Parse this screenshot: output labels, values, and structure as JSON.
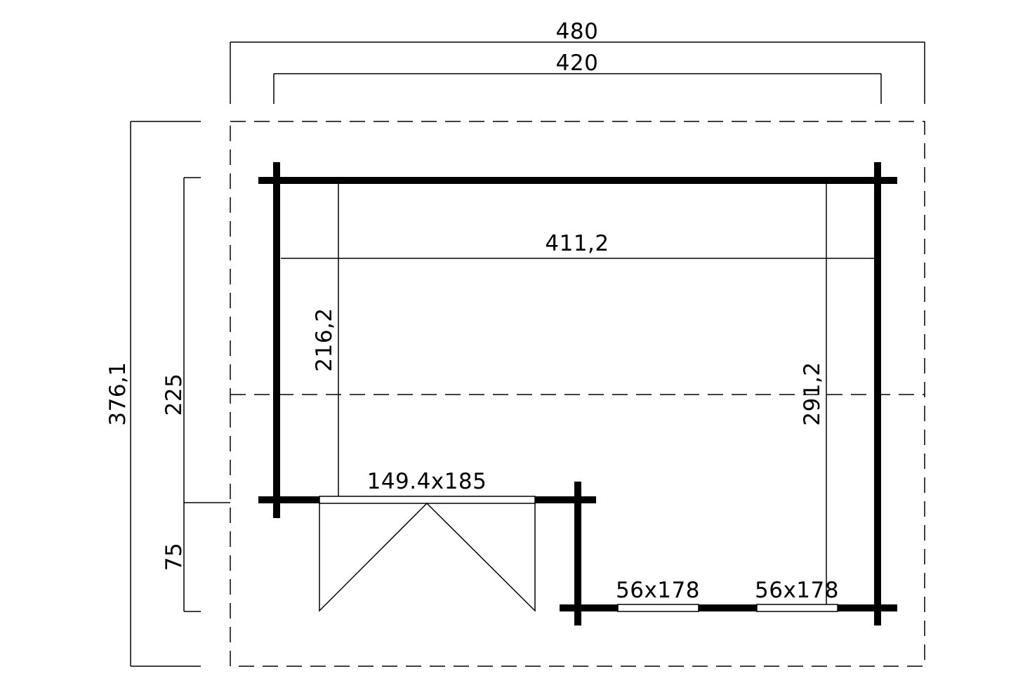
{
  "dimensions": {
    "overall_width": "480",
    "wall_width": "420",
    "interior_width": "411,2",
    "overall_depth": "376,1",
    "main_depth": "225",
    "porch_depth": "75",
    "interior_depth_left": "216,2",
    "interior_depth_right": "291,2"
  },
  "openings": {
    "door": "149.4x185",
    "window_left": "56x178",
    "window_right": "56x178"
  }
}
